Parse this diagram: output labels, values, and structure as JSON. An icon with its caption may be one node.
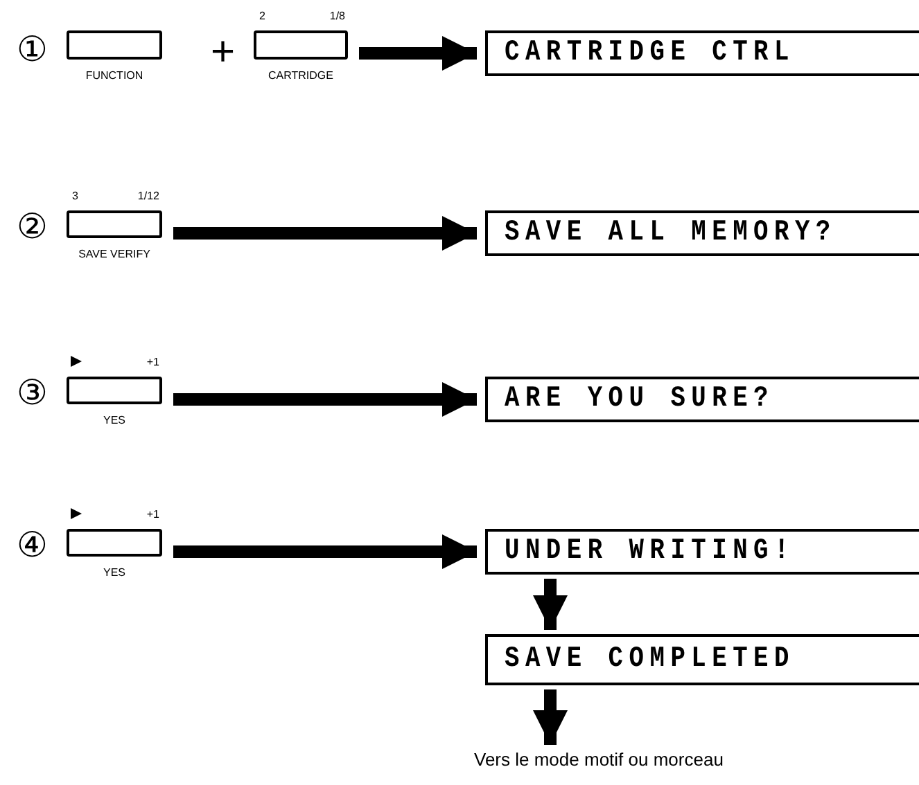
{
  "diagram": {
    "nodes": [
      {
        "text": [
          "FUNCTION"
        ]
      },
      {
        "text": [
          "2",
          "1/8",
          "CARTRIDGE"
        ]
      },
      {
        "text": [
          "CARTRIDGE CTRL"
        ]
      },
      {
        "text": [
          "3",
          "1/12",
          "SAVE VERIFY"
        ]
      },
      {
        "text": [
          "SAVE ALL MEMORY?"
        ]
      },
      {
        "text": [
          "+1",
          "YES"
        ]
      },
      {
        "text": [
          "ARE YOU SURE?"
        ]
      },
      {
        "text": [
          "+1",
          "YES"
        ]
      },
      {
        "text": [
          "UNDER WRITING!"
        ]
      },
      {
        "text": [
          "SAVE COMPLETED"
        ]
      },
      {
        "text": [
          "Vers le mode motif ou morceau"
        ]
      }
    ],
    "edges": [
      {
        "from": 1,
        "to": 2,
        "arrow": "to"
      },
      {
        "from": 3,
        "to": 4,
        "arrow": "to"
      },
      {
        "from": 5,
        "to": 6,
        "arrow": "to"
      },
      {
        "from": 7,
        "to": 8,
        "arrow": "to"
      },
      {
        "from": 8,
        "to": 9,
        "arrow": "to"
      },
      {
        "from": 9,
        "to": 10,
        "arrow": "to"
      }
    ],
    "labels": [
      "①",
      "+",
      "②",
      "③",
      "④"
    ]
  }
}
